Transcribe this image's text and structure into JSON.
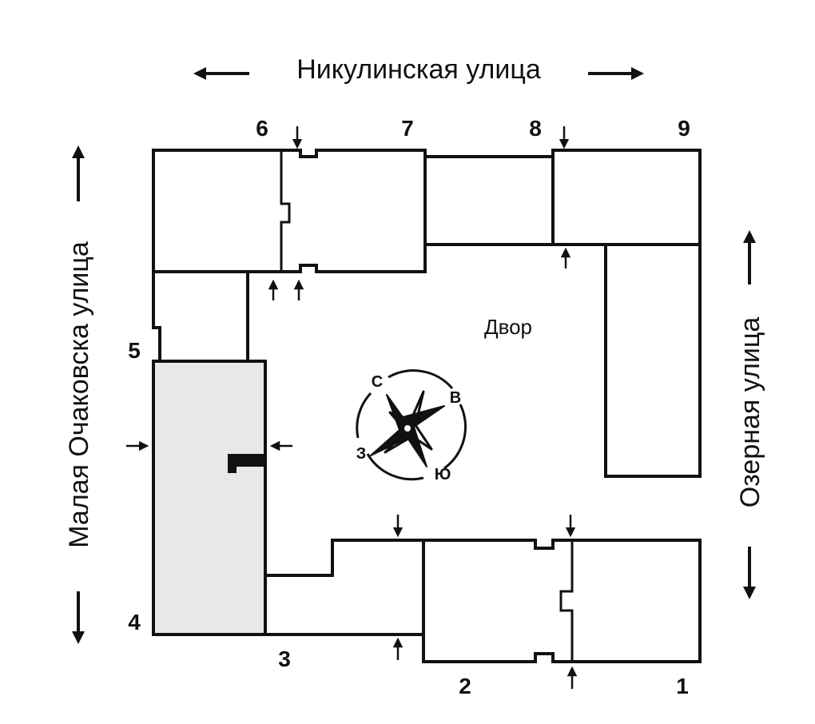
{
  "streets": {
    "north": "Никулинская улица",
    "west": "Малая Очаковска улица",
    "east": "Озерная улица"
  },
  "yard_label": "Двор",
  "building_numbers": [
    "1",
    "2",
    "3",
    "4",
    "5",
    "6",
    "7",
    "8",
    "9"
  ],
  "compass": {
    "north": "С",
    "east": "В",
    "south": "Ю",
    "west": "З"
  },
  "colors": {
    "highlight_fill": "#e8e8e8",
    "line": "#111111",
    "background": "#ffffff"
  },
  "highlighted_section": "4"
}
